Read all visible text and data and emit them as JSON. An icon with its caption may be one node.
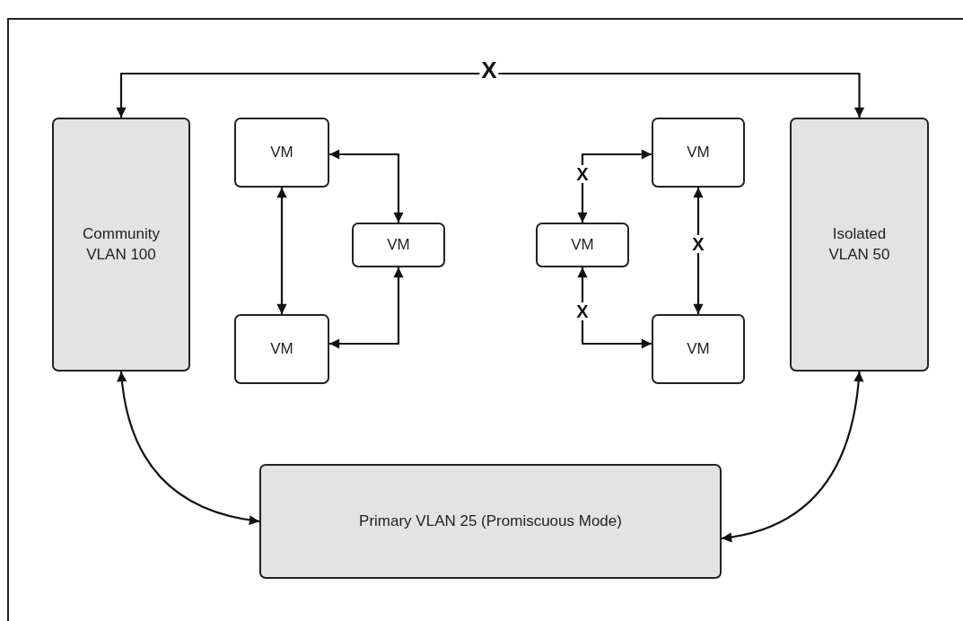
{
  "diagram": {
    "nodes": [
      {
        "text": [
          "Community VLAN 100"
        ]
      },
      {
        "text": [
          "VM"
        ]
      },
      {
        "text": [
          "VM"
        ]
      },
      {
        "text": [
          "VM"
        ]
      },
      {
        "text": [
          "VM"
        ]
      },
      {
        "text": [
          "VM"
        ]
      },
      {
        "text": [
          "VM"
        ]
      },
      {
        "text": [
          "Isolated VLAN 50"
        ]
      },
      {
        "text": [
          "Primary VLAN 25 (Promiscuous Mode)"
        ]
      }
    ],
    "edges": [
      {
        "from": 0,
        "to": 7,
        "arrow": "both",
        "label": "X"
      },
      {
        "from": 1,
        "to": 3,
        "arrow": "both"
      },
      {
        "from": 1,
        "to": 2,
        "arrow": "both"
      },
      {
        "from": 3,
        "to": 2,
        "arrow": "both"
      },
      {
        "from": 4,
        "to": 5,
        "arrow": "both",
        "label": "X"
      },
      {
        "from": 4,
        "to": 6,
        "arrow": "both",
        "label": "X"
      },
      {
        "from": 5,
        "to": 6,
        "arrow": "both",
        "label": "X"
      },
      {
        "from": 0,
        "to": 8,
        "arrow": "both"
      },
      {
        "from": 7,
        "to": 8,
        "arrow": "both"
      }
    ]
  }
}
